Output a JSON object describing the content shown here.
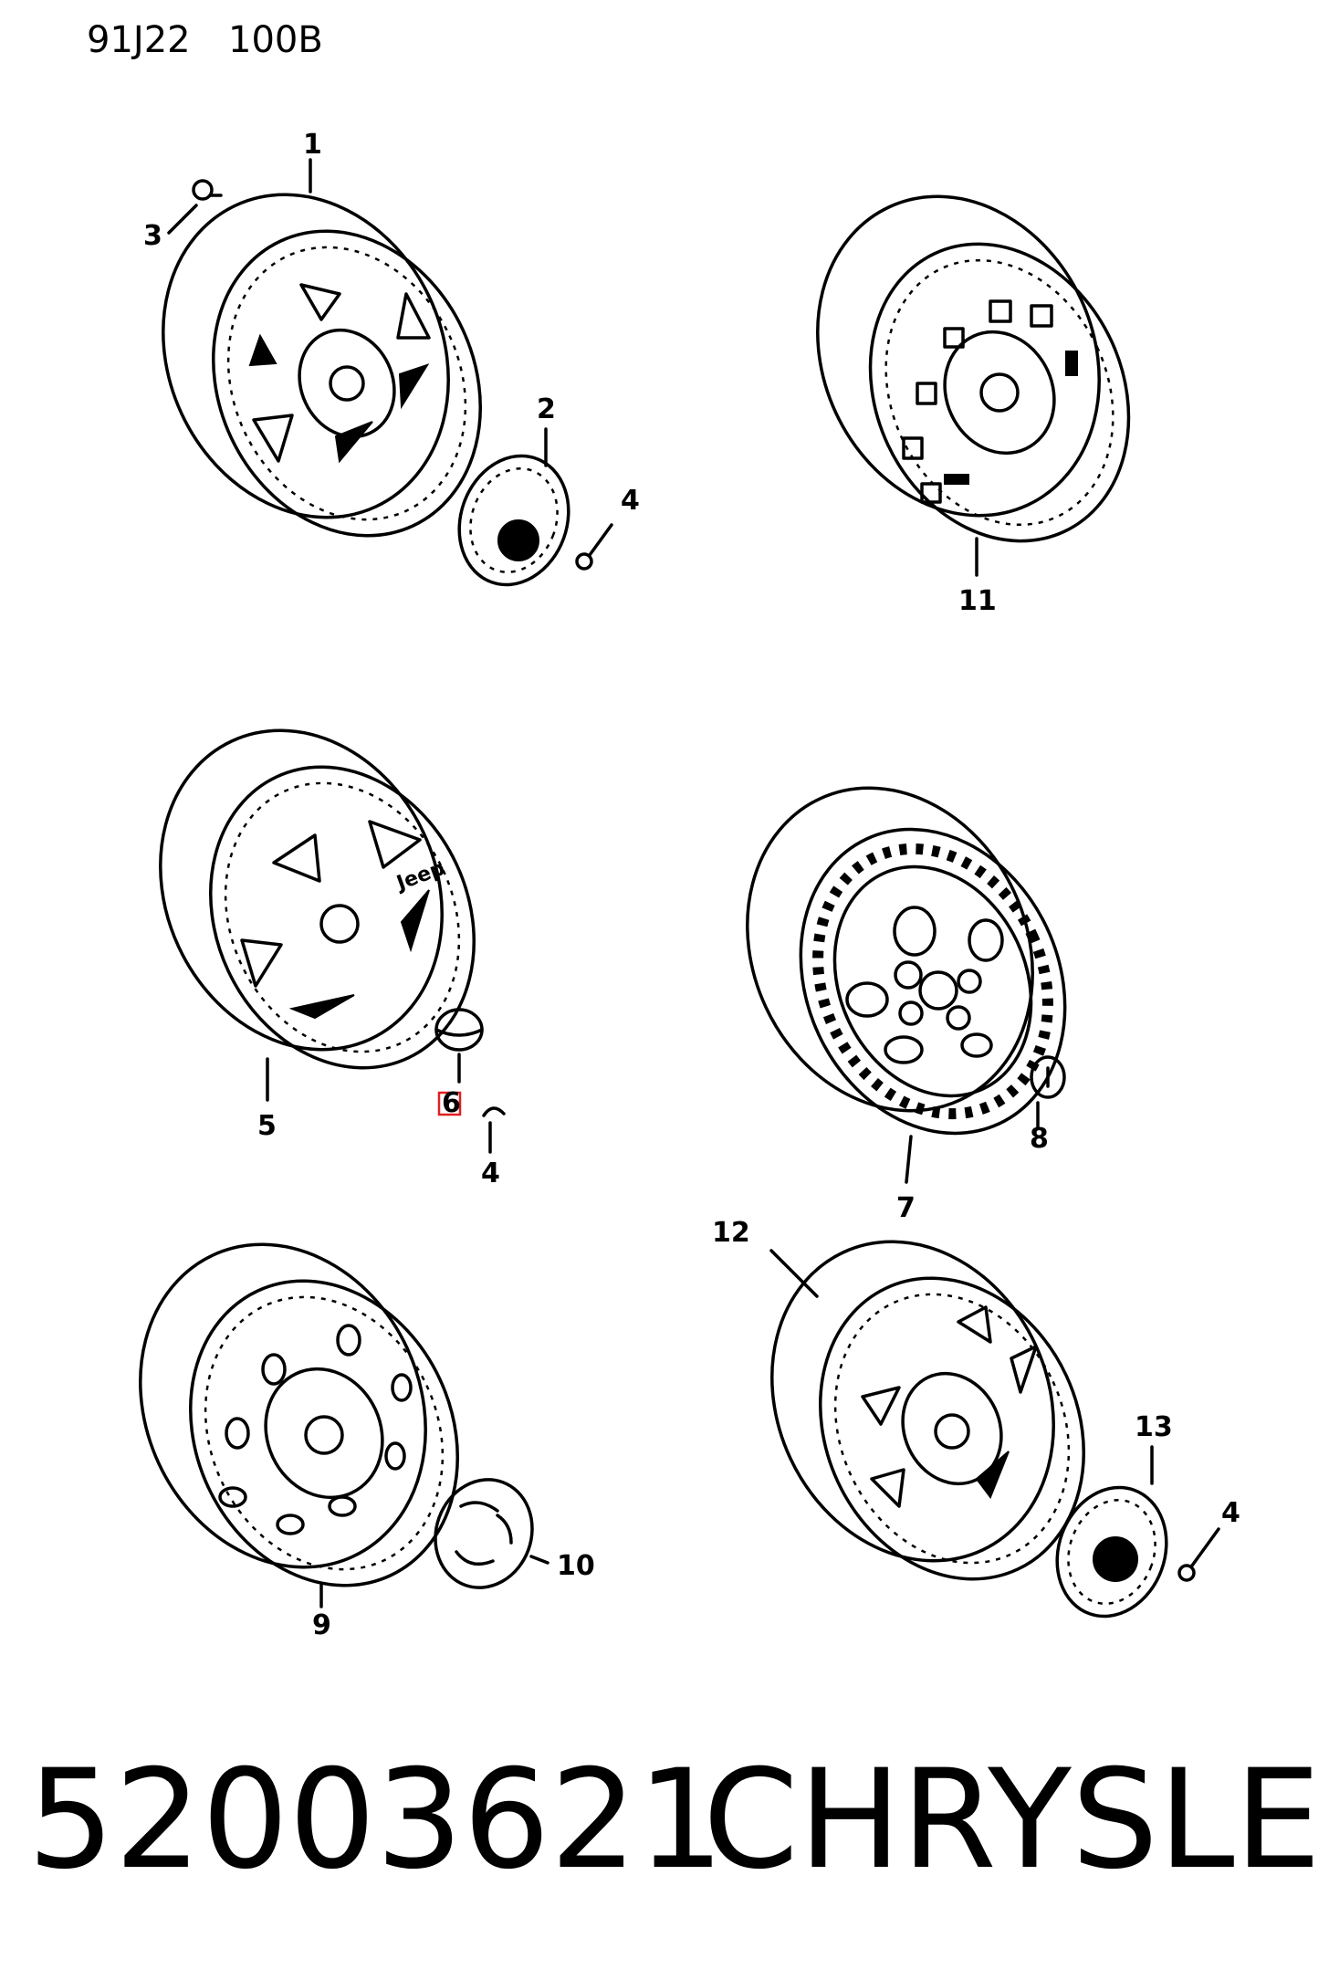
{
  "header": {
    "code": "91J22",
    "variant": "100B"
  },
  "callouts": {
    "c1": "1",
    "c2": "2",
    "c3": "3",
    "c4a": "4",
    "c4b": "4",
    "c4c": "4",
    "c5": "5",
    "c6": "6",
    "c7": "7",
    "c8": "8",
    "c9": "9",
    "c10": "10",
    "c11": "11",
    "c12": "12",
    "c13": "13"
  },
  "wheel_text": {
    "brand_on_wheel": "Jeep"
  },
  "highlight": {
    "part_number": "6",
    "color": "#e02020"
  },
  "footer": {
    "part_number": "52003621",
    "brand": "CHRYSLER"
  }
}
